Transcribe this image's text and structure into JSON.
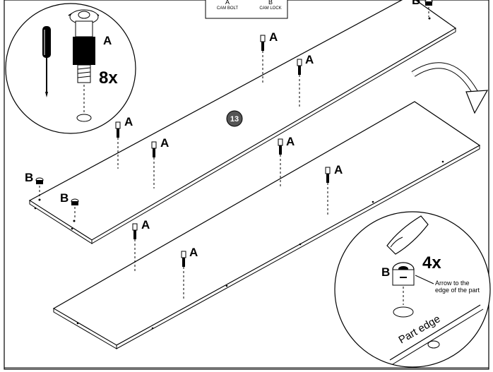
{
  "legend": {
    "letter_a": "A",
    "caption_a": "CAM BOLT",
    "letter_b": "B",
    "caption_b": "CAM LOCK"
  },
  "step": {
    "number": "13"
  },
  "callouts": {
    "part_a": "A",
    "part_b": "B",
    "count_a": "8x",
    "count_b": "4x",
    "arrow_note_line1": "Arrow to the",
    "arrow_note_line2": "edge of the part",
    "part_edge": "Part edge"
  },
  "icons": [
    "screwdriver-icon",
    "rotate-arrow-icon",
    "finger-press-icon",
    "cam-bolt-icon",
    "cam-lock-icon"
  ]
}
